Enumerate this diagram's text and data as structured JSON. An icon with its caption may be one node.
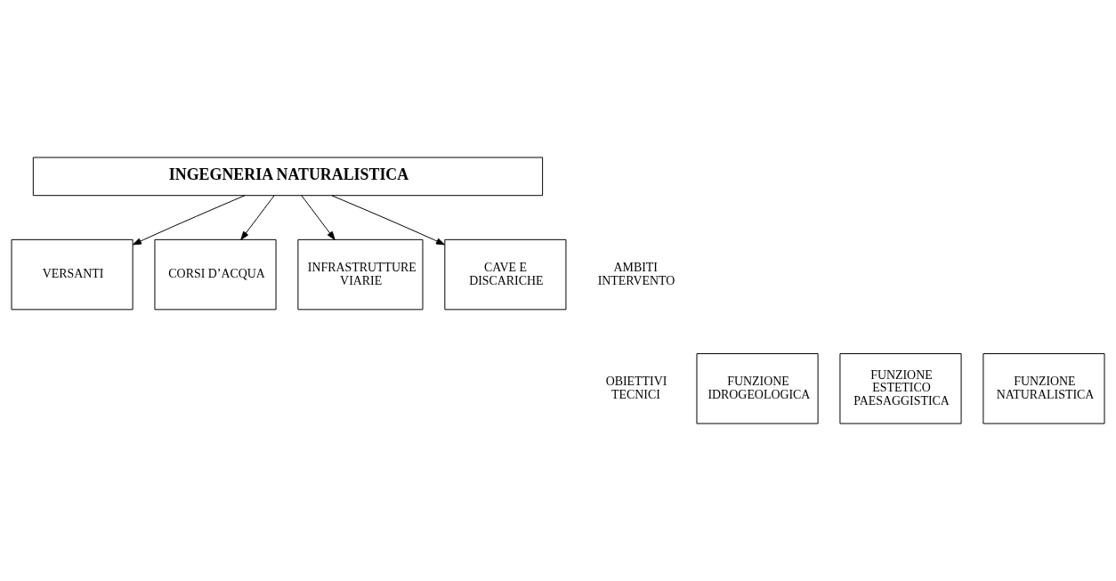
{
  "diagram": {
    "nodes": [
      {
        "text": [
          "INGEGNERIA NATURALISTICA"
        ]
      },
      {
        "text": [
          "VERSANTI"
        ]
      },
      {
        "text": [
          "CORSI D’ACQUA"
        ]
      },
      {
        "text": [
          "INFRASTRUTTURE VIARIE"
        ]
      },
      {
        "text": [
          "CAVE E DISCARICHE"
        ]
      },
      {
        "text": [
          "FUNZIONE IDROGEOLOGICA"
        ]
      },
      {
        "text": [
          "FUNZIONE ESTETICO PAESAGGISTICA"
        ]
      },
      {
        "text": [
          "FUNZIONE NATURALISTICA"
        ]
      }
    ],
    "edges": [
      {
        "from": 0,
        "to": 1,
        "arrow": "to"
      },
      {
        "from": 0,
        "to": 2,
        "arrow": "to"
      },
      {
        "from": 0,
        "to": 3,
        "arrow": "to"
      },
      {
        "from": 0,
        "to": 4,
        "arrow": "to"
      }
    ],
    "labels": [
      "AMBITI INTERVENTO",
      "OBIETTIVI TECNICI"
    ]
  }
}
